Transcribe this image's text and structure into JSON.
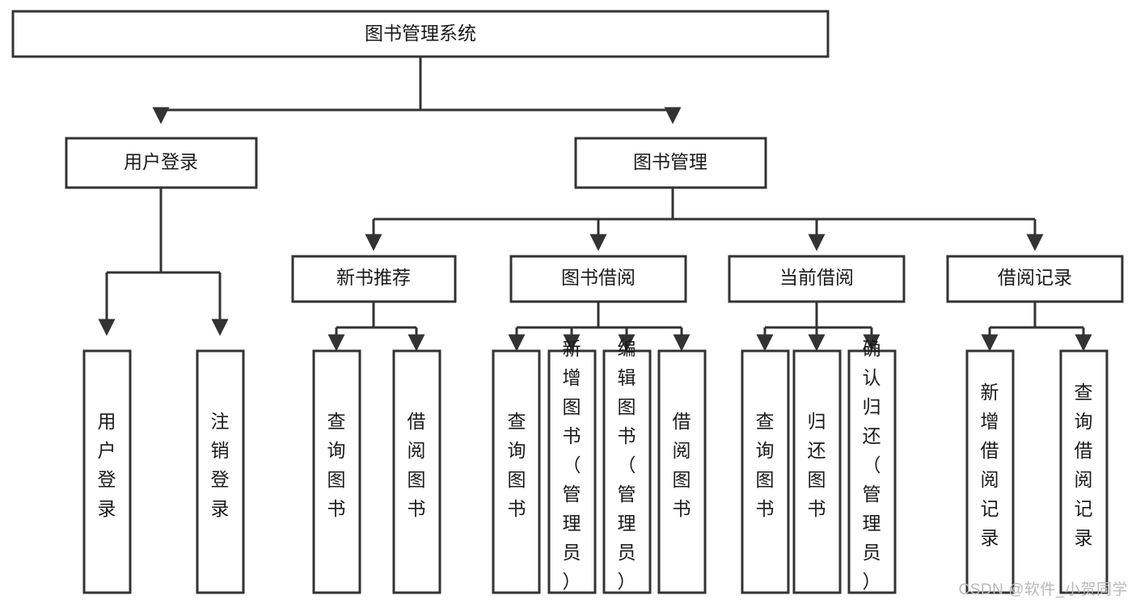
{
  "diagram": {
    "type": "tree-hierarchy-chart",
    "title": "图书管理系统",
    "watermark": "CSDN @软件_小贺同学",
    "colors": {
      "stroke": "#333333",
      "fill": "#ffffff",
      "text": "#1a1a1a",
      "watermark": "#b9b9b9",
      "background": "#ffffff"
    },
    "levels": [
      {
        "level": 1,
        "nodes": [
          {
            "id": "root",
            "label": "图书管理系统",
            "orientation": "horizontal"
          }
        ]
      },
      {
        "level": 2,
        "nodes": [
          {
            "id": "user-login",
            "label": "用户登录",
            "orientation": "horizontal",
            "parent": "root"
          },
          {
            "id": "book-manage",
            "label": "图书管理",
            "orientation": "horizontal",
            "parent": "root"
          }
        ]
      },
      {
        "level": 3,
        "nodes": [
          {
            "id": "new-book-rec",
            "label": "新书推荐",
            "orientation": "horizontal",
            "parent": "book-manage"
          },
          {
            "id": "book-borrow",
            "label": "图书借阅",
            "orientation": "horizontal",
            "parent": "book-manage"
          },
          {
            "id": "current-borrow",
            "label": "当前借阅",
            "orientation": "horizontal",
            "parent": "book-manage"
          },
          {
            "id": "borrow-record",
            "label": "借阅记录",
            "orientation": "horizontal",
            "parent": "book-manage"
          }
        ]
      },
      {
        "level": 4,
        "nodes": [
          {
            "id": "leaf-user-login",
            "label": "用户登录",
            "orientation": "vertical",
            "parent": "user-login"
          },
          {
            "id": "leaf-user-logout",
            "label": "注销登录",
            "orientation": "vertical",
            "parent": "user-login"
          },
          {
            "id": "leaf-rec-query",
            "label": "查询图书",
            "orientation": "vertical",
            "parent": "new-book-rec"
          },
          {
            "id": "leaf-rec-borrow",
            "label": "借阅图书",
            "orientation": "vertical",
            "parent": "new-book-rec"
          },
          {
            "id": "leaf-borrow-query",
            "label": "查询图书",
            "orientation": "vertical",
            "parent": "book-borrow"
          },
          {
            "id": "leaf-borrow-add",
            "label": "新增图书（管理员）",
            "orientation": "vertical",
            "parent": "book-borrow"
          },
          {
            "id": "leaf-borrow-edit",
            "label": "编辑图书（管理员）",
            "orientation": "vertical",
            "parent": "book-borrow"
          },
          {
            "id": "leaf-borrow-lend",
            "label": "借阅图书",
            "orientation": "vertical",
            "parent": "book-borrow"
          },
          {
            "id": "leaf-cur-query",
            "label": "查询图书",
            "orientation": "vertical",
            "parent": "current-borrow"
          },
          {
            "id": "leaf-cur-return",
            "label": "归还图书",
            "orientation": "vertical",
            "parent": "current-borrow"
          },
          {
            "id": "leaf-cur-confirm",
            "label": "确认归还（管理员）",
            "orientation": "vertical",
            "parent": "current-borrow"
          },
          {
            "id": "leaf-rec-add",
            "label": "新增借阅记录",
            "orientation": "vertical",
            "parent": "borrow-record"
          },
          {
            "id": "leaf-rec-search",
            "label": "查询借阅记录",
            "orientation": "vertical",
            "parent": "borrow-record"
          }
        ]
      }
    ]
  }
}
